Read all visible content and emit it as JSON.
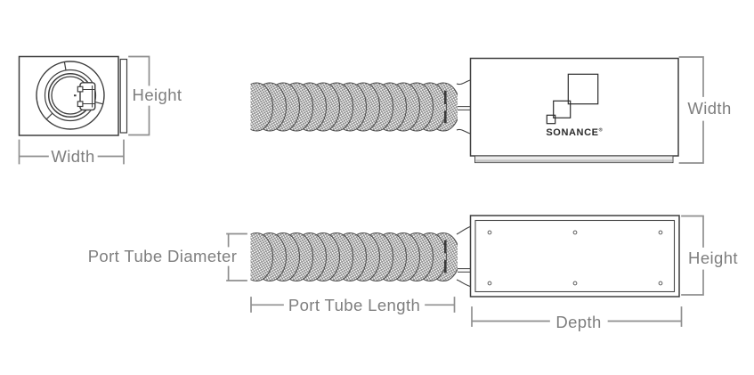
{
  "labels": {
    "front_height": "Height",
    "front_width": "Width",
    "side_width": "Width",
    "port_tube_diameter": "Port Tube Diameter",
    "port_tube_length": "Port Tube Length",
    "bottom_depth": "Depth",
    "bottom_height": "Height"
  },
  "logo": {
    "wordmark": "SONANCE",
    "mark": "®"
  },
  "colors": {
    "background": "#ffffff",
    "outline": "#3e3e3e",
    "dimension_line": "#8f8f8f",
    "label_text": "#7e7e7e",
    "logo_ink": "#2b2b2b",
    "tube_hatch": "#808080"
  }
}
